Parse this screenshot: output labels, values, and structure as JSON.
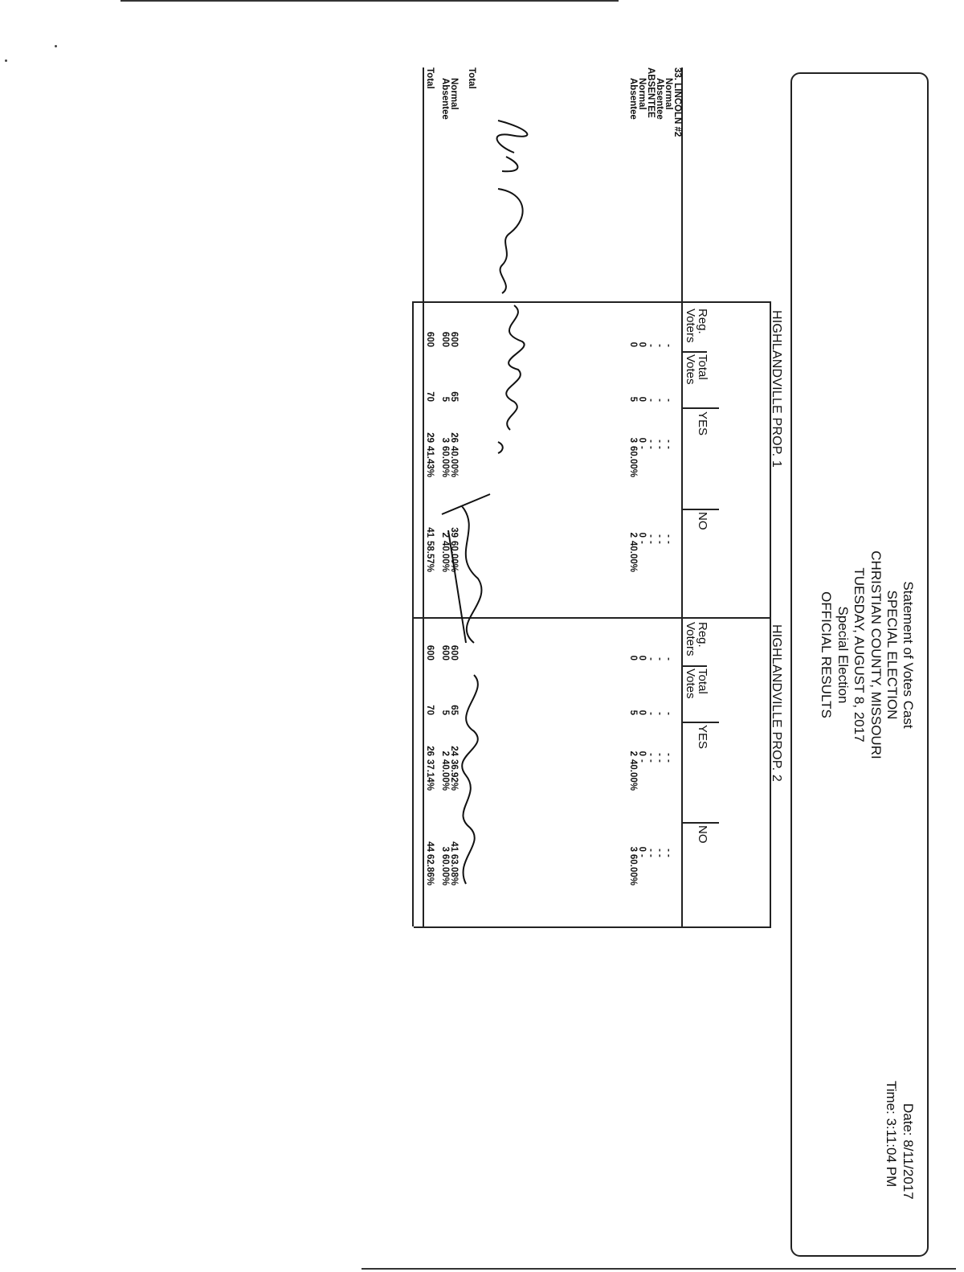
{
  "header": {
    "lines": [
      "Statement of Votes Cast",
      "SPECIAL ELECTION",
      "CHRISTIAN COUNTY, MISSOURI",
      "TUESDAY, AUGUST 8, 2017",
      "Special Election",
      "OFFICIAL RESULTS"
    ],
    "date": "Date: 8/11/2017",
    "time": "Time: 3:11:04 PM"
  },
  "props": [
    {
      "title": "HIGHLANDVILLE PROP. 1",
      "col_reg": [
        "Reg.",
        "Voters"
      ],
      "col_total": [
        "Total",
        "Votes"
      ],
      "col_yes": "YES",
      "col_no": "NO"
    },
    {
      "title": "HIGHLANDVILLE PROP. 2",
      "col_reg": [
        "Reg.",
        "Voters"
      ],
      "col_total": [
        "Total",
        "Votes"
      ],
      "col_yes": "YES",
      "col_no": "NO"
    }
  ],
  "row_labels": [
    "33. LINCOLN #2",
    "Normal",
    "Absentee",
    "ABSENTEE",
    "Normal",
    "Absentee",
    "Total",
    "Normal",
    "Absentee",
    "Total"
  ],
  "rows": [
    {
      "p1": [
        "",
        "",
        "",
        "",
        "",
        ""
      ],
      "p2": [
        "",
        "",
        "",
        "",
        "",
        ""
      ]
    },
    {
      "p1": [
        "-",
        "-",
        "-",
        "-",
        "-",
        "-"
      ],
      "p2": [
        "-",
        "-",
        "-",
        "-",
        "-",
        "-"
      ]
    },
    {
      "p1": [
        "-",
        "-",
        "-",
        "-",
        "-",
        "-"
      ],
      "p2": [
        "-",
        "-",
        "-",
        "-",
        "-",
        "-"
      ]
    },
    {
      "p1": [
        "-",
        "-",
        "-",
        "-",
        "-",
        "-"
      ],
      "p2": [
        "-",
        "-",
        "-",
        "-",
        "-",
        "-"
      ]
    },
    {
      "p1": [
        "0",
        "0",
        "0",
        "-",
        "0",
        "-"
      ],
      "p2": [
        "0",
        "0",
        "0",
        "-",
        "0",
        "-"
      ]
    },
    {
      "p1": [
        "0",
        "5",
        "3",
        "60.00%",
        "2",
        "40.00%"
      ],
      "p2": [
        "0",
        "5",
        "2",
        "40.00%",
        "3",
        "60.00%"
      ]
    },
    {
      "p1": [
        "",
        "",
        "",
        "",
        "",
        ""
      ],
      "p2": [
        "",
        "",
        "",
        "",
        "",
        ""
      ]
    },
    {
      "p1": [
        "600",
        "65",
        "26",
        "40.00%",
        "39",
        "60.00%"
      ],
      "p2": [
        "600",
        "65",
        "24",
        "36.92%",
        "41",
        "63.08%"
      ]
    },
    {
      "p1": [
        "600",
        "5",
        "3",
        "60.00%",
        "2",
        "40.00%"
      ],
      "p2": [
        "600",
        "5",
        "2",
        "40.00%",
        "3",
        "60.00%"
      ]
    },
    {
      "p1": [
        "600",
        "70",
        "29",
        "41.43%",
        "41",
        "58.57%"
      ],
      "p2": [
        "600",
        "70",
        "26",
        "37.14%",
        "44",
        "62.86%"
      ]
    }
  ]
}
